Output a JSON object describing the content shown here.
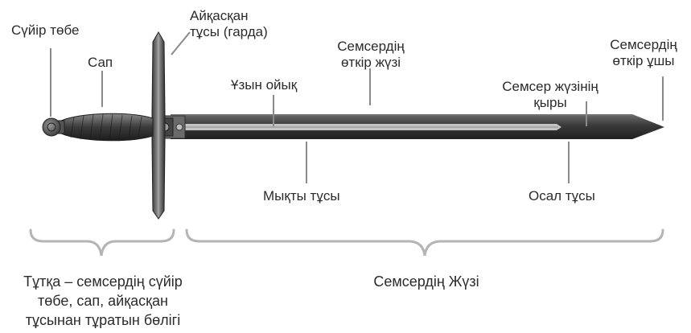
{
  "labels": {
    "pommel": "Сүйір төбе",
    "grip": "Сап",
    "guard_line1": "Айқасқан",
    "guard_line2": "тұсы (гарда)",
    "edge_line1": "Семсердің",
    "edge_line2": "өткір жүзі",
    "fuller": "Ұзын ойық",
    "spine_line1": "Семсер жүзінің",
    "spine_line2": "қыры",
    "tip_line1": "Семсердің",
    "tip_line2": "өткір ұшы",
    "forte": "Мықты тұсы",
    "foible": "Осал тұсы"
  },
  "captions": {
    "hilt_line1": "Тұтқа – семсердің сүйір",
    "hilt_line2": "төбе, сап, айқасқан",
    "hilt_line3": "тұсынан тұратын бөлігі",
    "blade": "Семсердің Жүзі"
  },
  "colors": {
    "blade_dark": "#2e2e2e",
    "blade_light": "#6a6a6a",
    "fuller": "#bcbcbc",
    "guard": "#555555",
    "line": "#8a8a8a",
    "text": "#2b2b2b"
  }
}
